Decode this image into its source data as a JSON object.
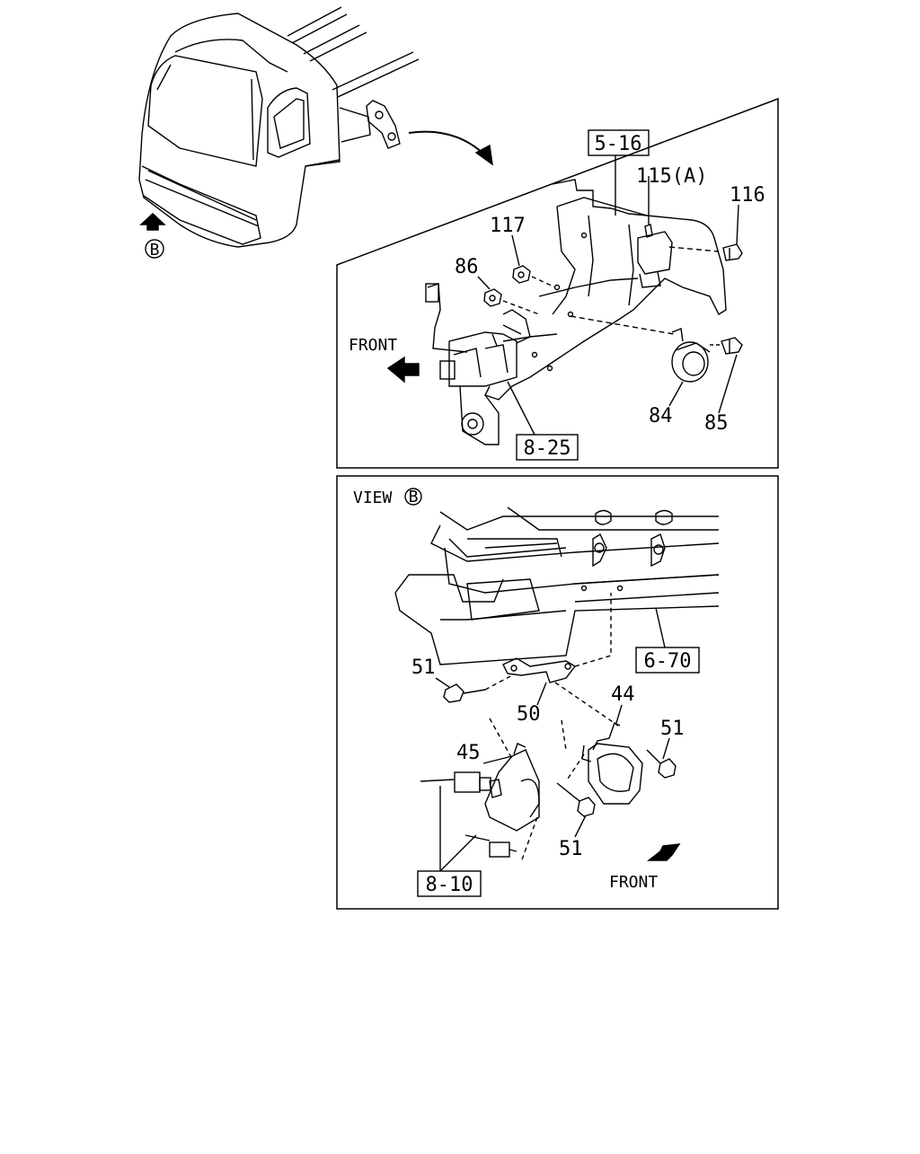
{
  "overview": {
    "view_marker": "B"
  },
  "top_panel": {
    "front_label": "FRONT",
    "refs": {
      "ref_5_16": "5-16",
      "ref_8_25": "8-25"
    },
    "callouts": {
      "c115": "115(A)",
      "c116": "116",
      "c117": "117",
      "c86": "86",
      "c84": "84",
      "c85": "85"
    }
  },
  "bottom_panel": {
    "view_title": "VIEW",
    "view_marker": "B",
    "front_label": "FRONT",
    "refs": {
      "ref_6_70": "6-70",
      "ref_8_10": "8-10"
    },
    "callouts": {
      "c51_a": "51",
      "c50": "50",
      "c44": "44",
      "c51_b": "51",
      "c45": "45",
      "c51_c": "51"
    }
  }
}
